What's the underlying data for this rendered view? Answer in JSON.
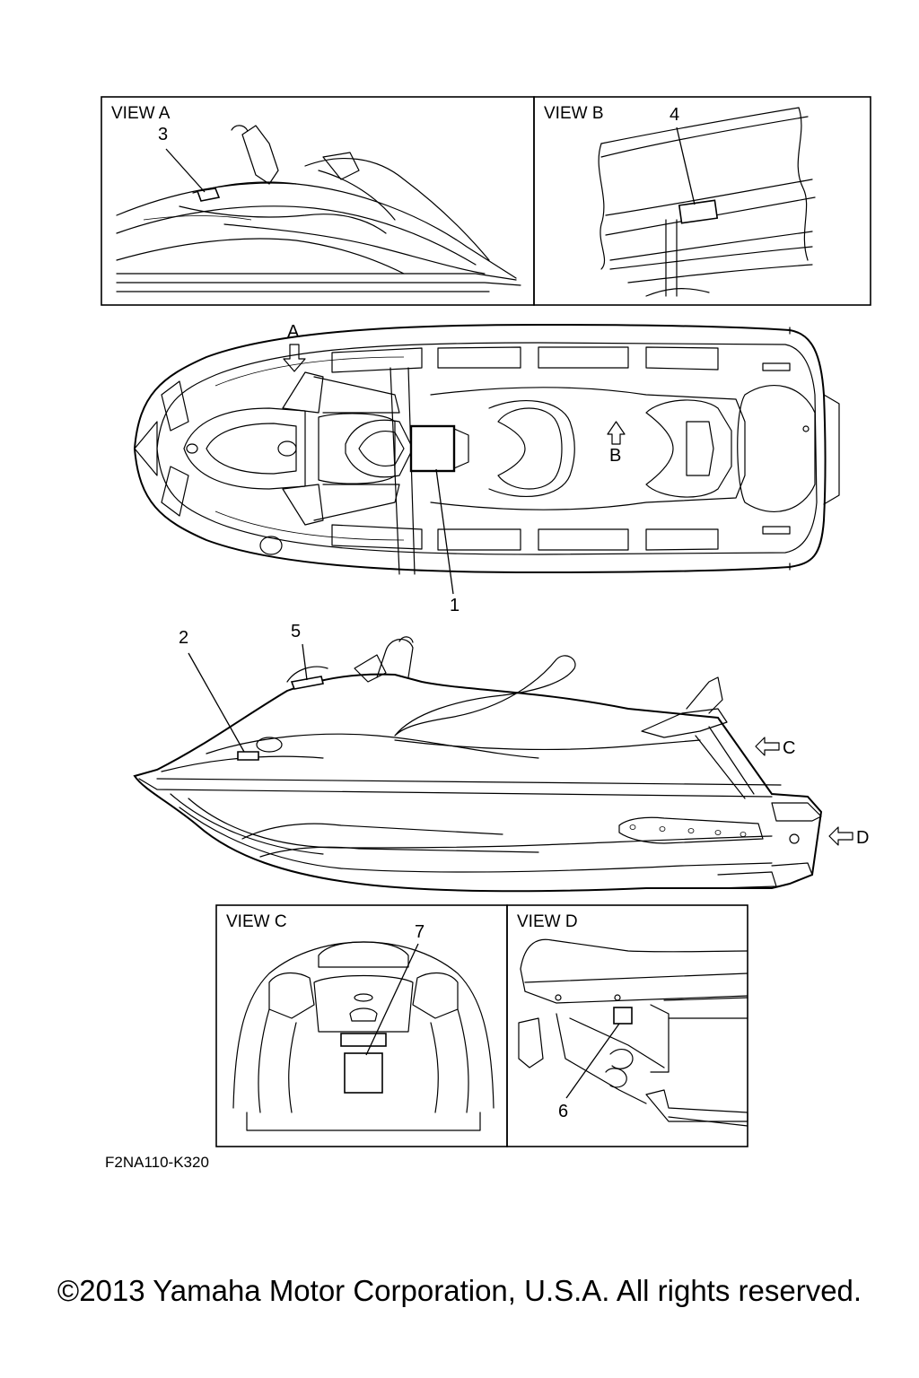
{
  "views": {
    "a": {
      "title": "VIEW A"
    },
    "b": {
      "title": "VIEW B"
    },
    "c": {
      "title": "VIEW C"
    },
    "d": {
      "title": "VIEW D"
    }
  },
  "callouts": {
    "c1": "1",
    "c2": "2",
    "c3": "3",
    "c4": "4",
    "c5": "5",
    "c6": "6",
    "c7": "7"
  },
  "view_markers": {
    "a": "A",
    "b": "B",
    "c": "C",
    "d": "D"
  },
  "diagram_code": "F2NA110-K320",
  "copyright": "©2013 Yamaha Motor Corporation, U.S.A. All rights reserved."
}
